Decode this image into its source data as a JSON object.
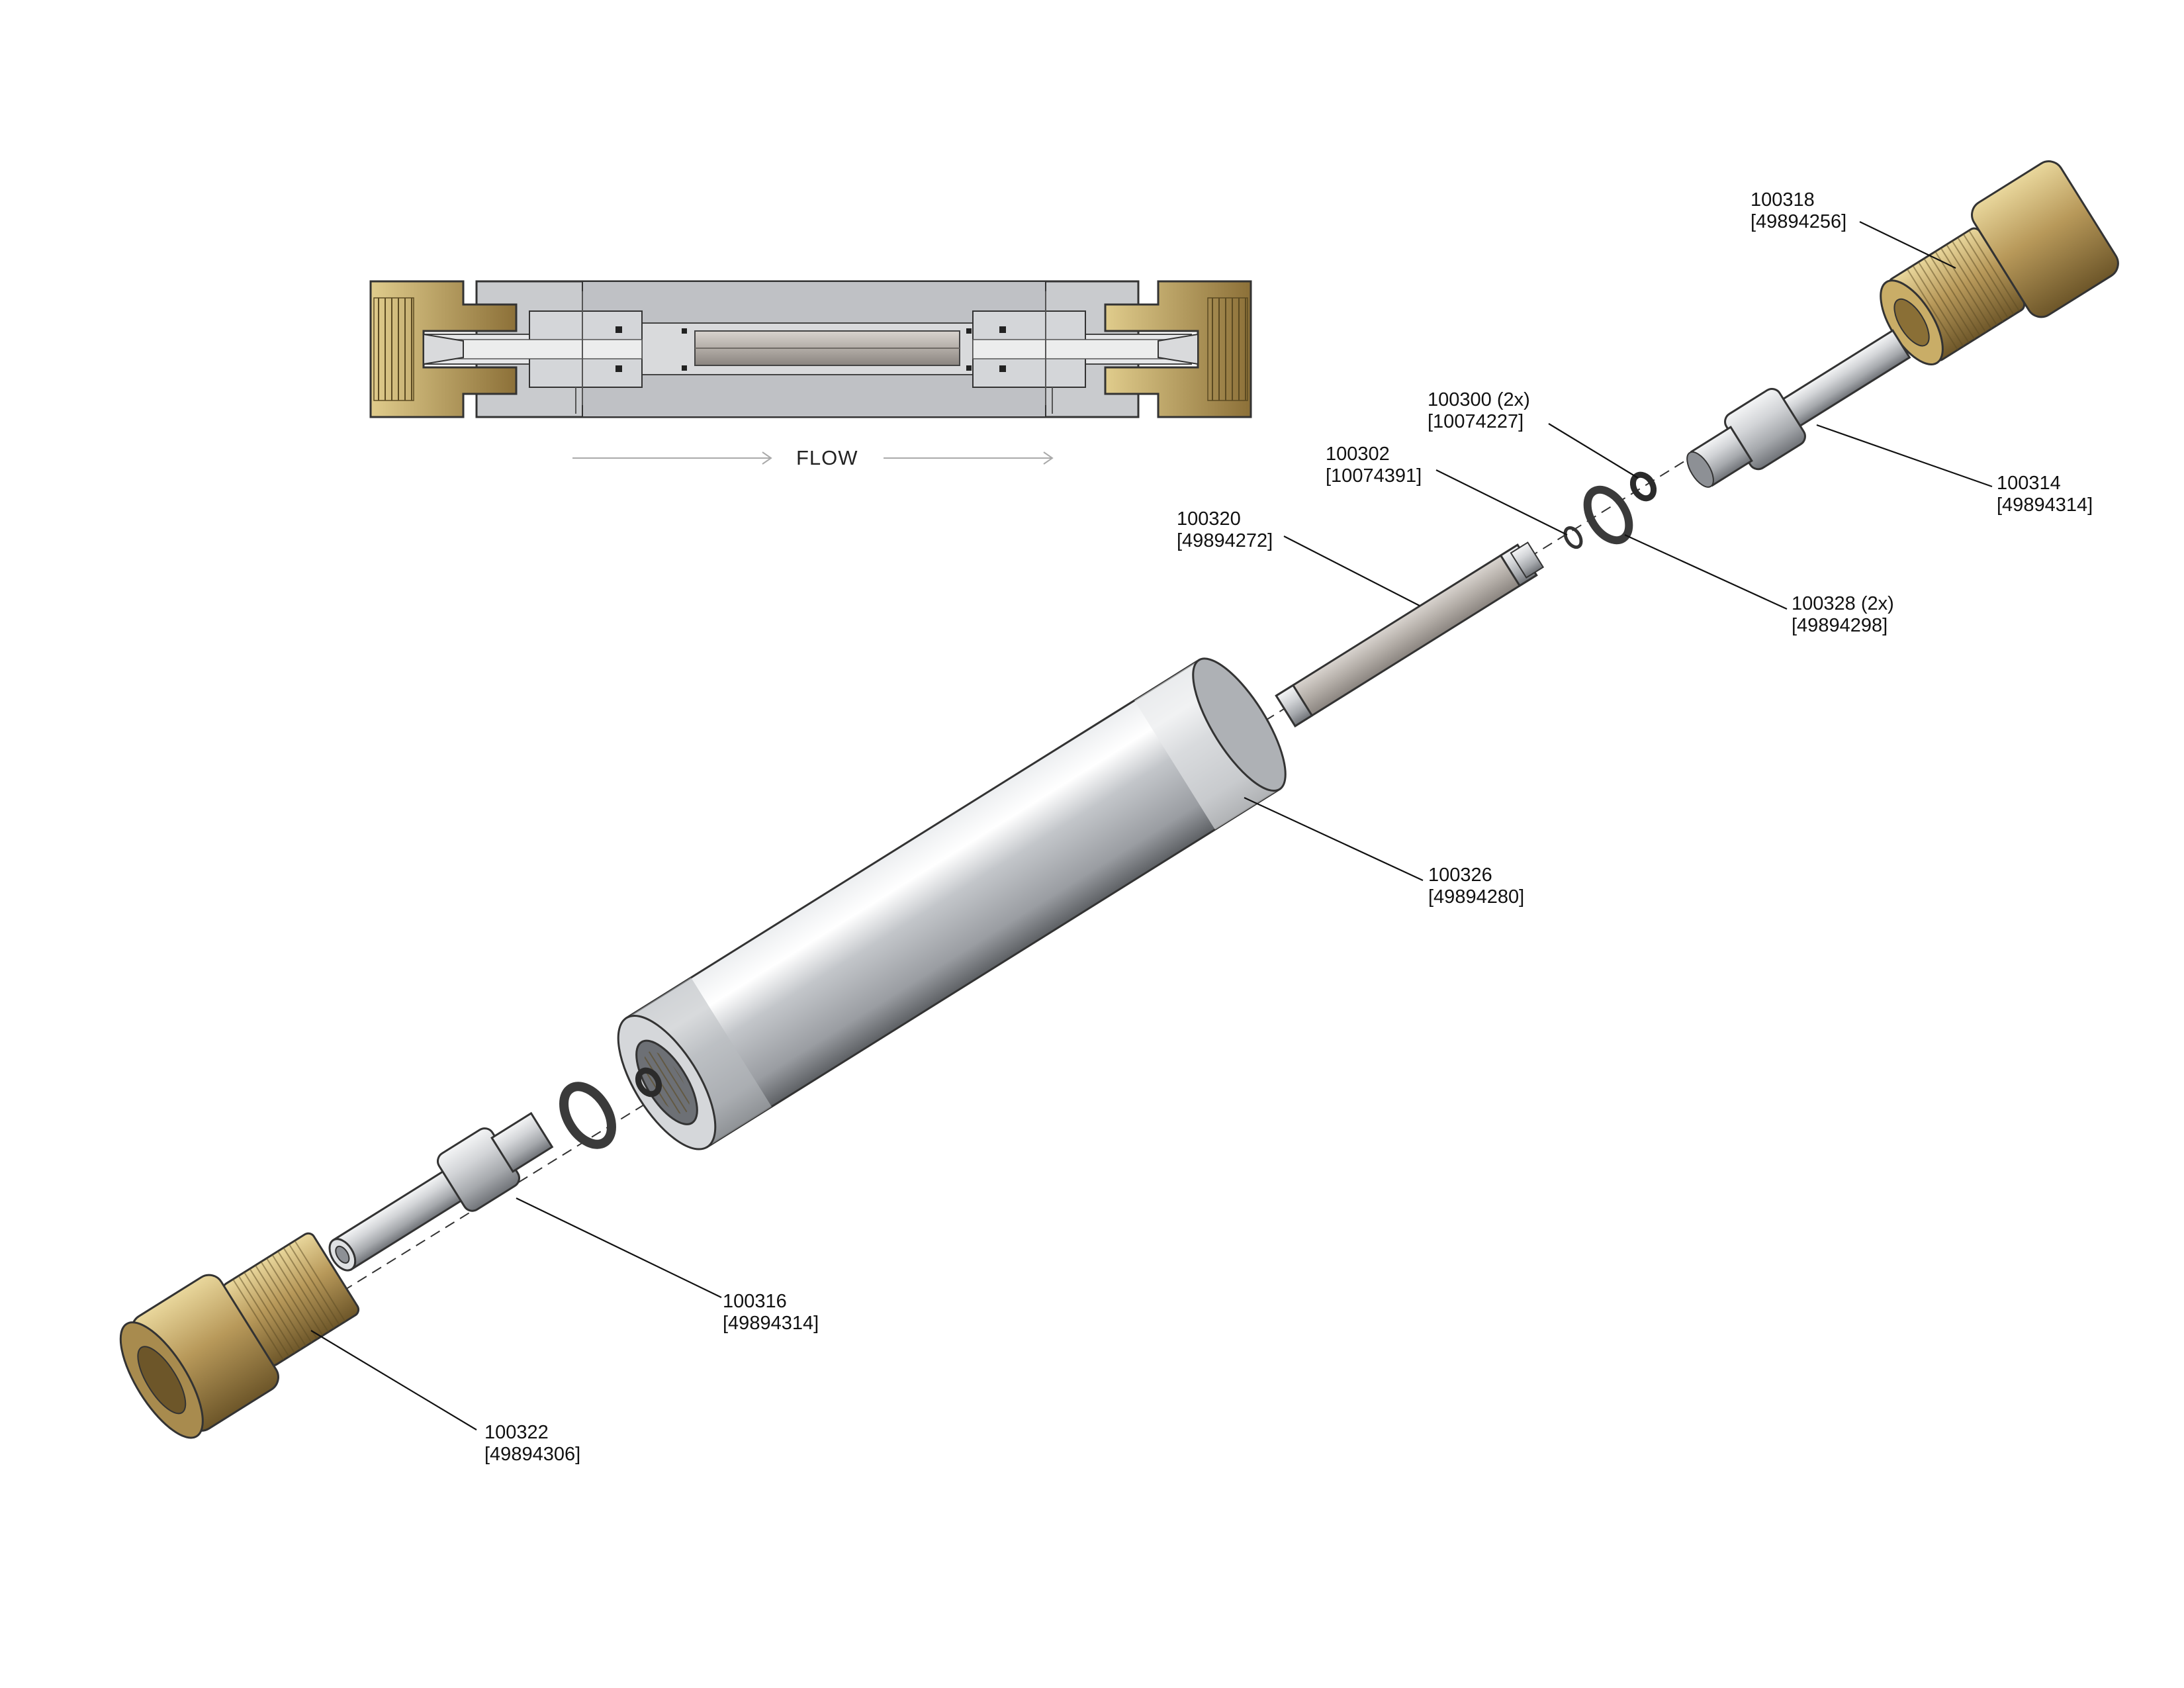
{
  "section_view": {
    "flow_label": "FLOW"
  },
  "callouts": [
    {
      "id": "100318",
      "part": "100318",
      "ref": "[49894256]"
    },
    {
      "id": "100300",
      "part": "100300 (2x)",
      "ref": "[10074227]"
    },
    {
      "id": "100302",
      "part": "100302",
      "ref": "[10074391]"
    },
    {
      "id": "100314",
      "part": "100314",
      "ref": "[49894314]"
    },
    {
      "id": "100320",
      "part": "100320",
      "ref": "[49894272]"
    },
    {
      "id": "100328",
      "part": "100328 (2x)",
      "ref": "[49894298]"
    },
    {
      "id": "100326",
      "part": "100326",
      "ref": "[49894280]"
    },
    {
      "id": "100316",
      "part": "100316",
      "ref": "[49894314]"
    },
    {
      "id": "100322",
      "part": "100322",
      "ref": "[49894306]"
    }
  ],
  "colors": {
    "brass": "#b8995a",
    "brass_dark": "#7a6334",
    "steel": "#c9cbcf",
    "steel_dark": "#8a8d92",
    "seal": "#2b2b2b"
  }
}
